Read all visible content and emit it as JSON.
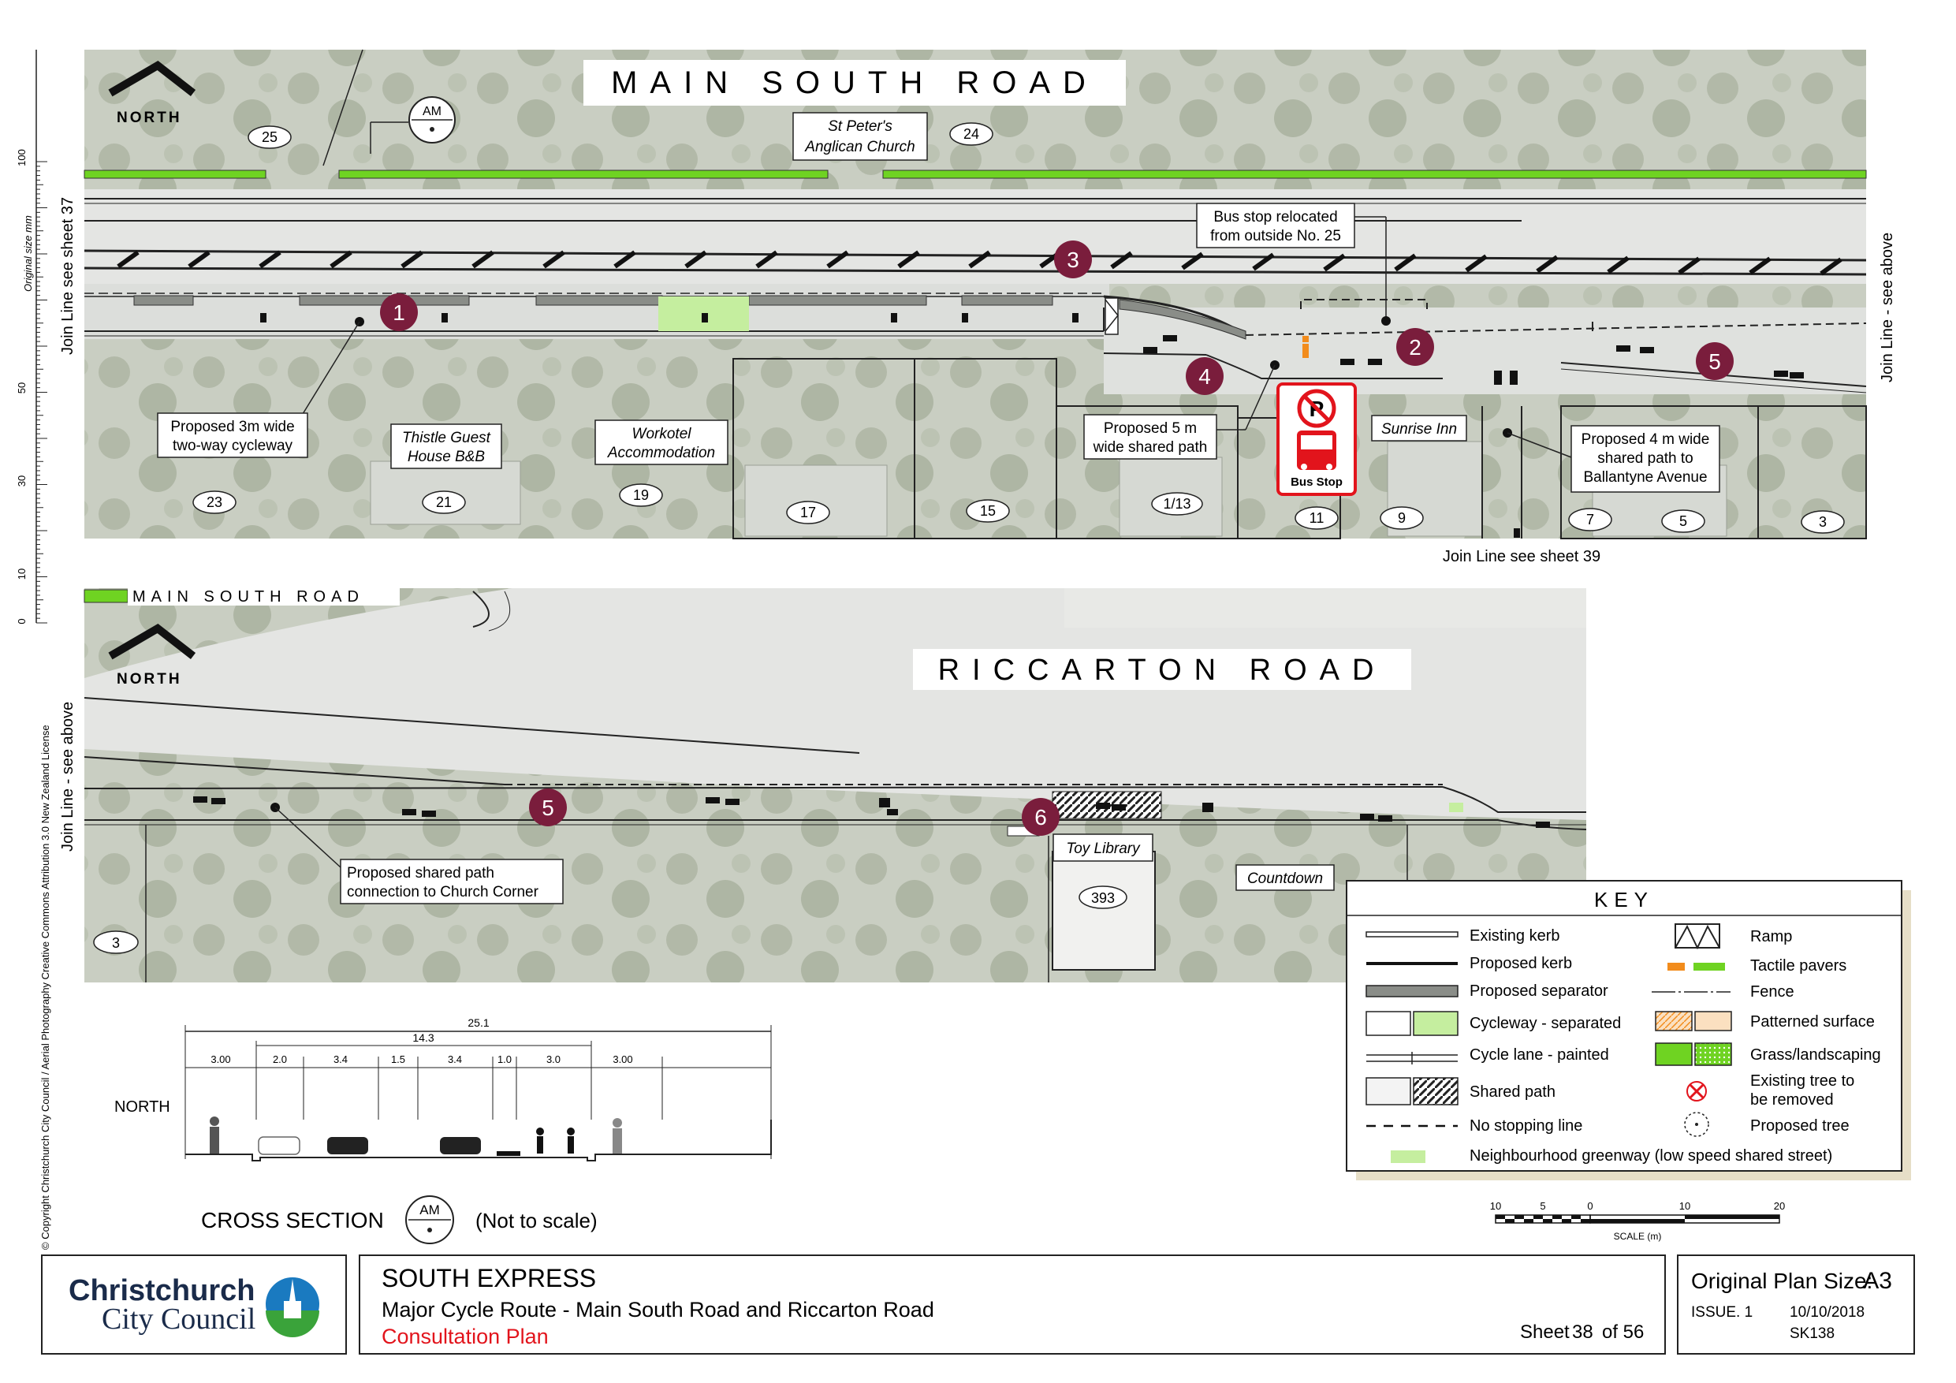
{
  "top_panel": {
    "road_name": "MAIN SOUTH ROAD",
    "north_label": "NORTH",
    "am_label": "AM",
    "join_left": "Join Line see sheet 37",
    "join_right": "Join Line - see above",
    "join_bottom": "Join Line see sheet 39",
    "house_numbers": [
      "25",
      "24",
      "23",
      "21",
      "19",
      "17",
      "15",
      "1/13",
      "11",
      "9",
      "7",
      "5",
      "3"
    ],
    "places": {
      "church": [
        "St Peter's",
        "Anglican Church"
      ],
      "thistle": [
        "Thistle Guest",
        "House B&B"
      ],
      "workotel": [
        "Workotel",
        "Accommodation"
      ],
      "sunrise": "Sunrise Inn"
    },
    "callouts": {
      "cycleway": [
        "Proposed 3m wide",
        "two-way cycleway"
      ],
      "busstop": [
        "Bus stop relocated",
        "from outside No. 25"
      ],
      "shared5": [
        "Proposed 5 m",
        "wide shared path"
      ],
      "shared4": [
        "Proposed 4 m wide",
        "shared path to",
        "Ballantyne Avenue"
      ]
    },
    "markers": [
      "1",
      "2",
      "3",
      "4",
      "5"
    ],
    "bus_stop_sign": {
      "symbol": "P",
      "text": "Bus Stop"
    }
  },
  "bottom_panel": {
    "road_name": "RICCARTON ROAD",
    "main_south_label": "MAIN SOUTH ROAD",
    "north_label": "NORTH",
    "join_left": "Join Line - see above",
    "house_numbers": [
      "3",
      "393"
    ],
    "places": {
      "toy": "Toy Library",
      "countdown": "Countdown"
    },
    "callouts": {
      "church_corner": [
        "Proposed shared path",
        "connection to Church Corner"
      ]
    },
    "markers": [
      "5",
      "6"
    ]
  },
  "scale_bar_mm": {
    "label": "Original size mm",
    "ticks": [
      "100",
      "50",
      "30",
      "10",
      "0"
    ]
  },
  "copyright": "© Copyright Christchurch City Council  / Aerial Photography Creative Commons Attribution 3.0 New Zealand License",
  "cross_section": {
    "title": "CROSS SECTION",
    "am_label": "AM",
    "note": "(Not to scale)",
    "north": "NORTH",
    "total": "25.1",
    "sub_total": "14.3",
    "dims": [
      "3.00",
      "2.0",
      "3.4",
      "1.5",
      "3.4",
      "1.0",
      "3.0",
      "3.00"
    ]
  },
  "key": {
    "title": "KEY",
    "left": [
      "Existing kerb",
      "Proposed kerb",
      "Proposed separator",
      "Cycleway - separated",
      "Cycle lane - painted",
      "Shared path",
      "No stopping line",
      "Neighbourhood greenway (low speed shared street)"
    ],
    "right": [
      "Ramp",
      "Tactile pavers",
      "Fence",
      "Patterned surface",
      "Grass/landscaping",
      "Existing tree to",
      "be removed",
      "Proposed tree"
    ]
  },
  "scale": {
    "ticks": [
      "10",
      "5",
      "0",
      "10",
      "20"
    ],
    "label": "SCALE (m)"
  },
  "title_block": {
    "org_line1": "Christchurch",
    "org_line2": "City Council",
    "project": "SOUTH EXPRESS",
    "subtitle": "Major Cycle Route - Main South Road and Riccarton Road",
    "status": "Consultation Plan",
    "sheet_prefix": "Sheet",
    "sheet_no": "38",
    "sheet_suffix": "of 56",
    "plan_size_label": "Original Plan Size:",
    "plan_size": "A3",
    "issue": "ISSUE. 1",
    "date": "10/10/2018",
    "code": "SK138"
  },
  "colors": {
    "green": "#6fd322",
    "marker": "#7a1d3c",
    "red": "#e2141c",
    "orange": "#f28c1c",
    "aerial_bg": "#cfd3c9",
    "road": "#e4e5e3"
  }
}
